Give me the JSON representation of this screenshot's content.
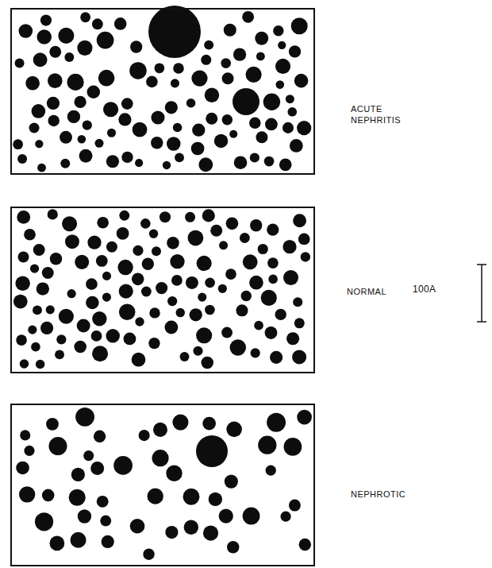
{
  "diagram": {
    "nodes": [
      {
        "text": [
          "ACUTE NEPHRITIS"
        ]
      },
      {
        "text": [
          "NORMAL"
        ]
      },
      {
        "text": [
          "NEPHROTIC"
        ]
      }
    ],
    "labels": [
      "100A"
    ]
  }
}
